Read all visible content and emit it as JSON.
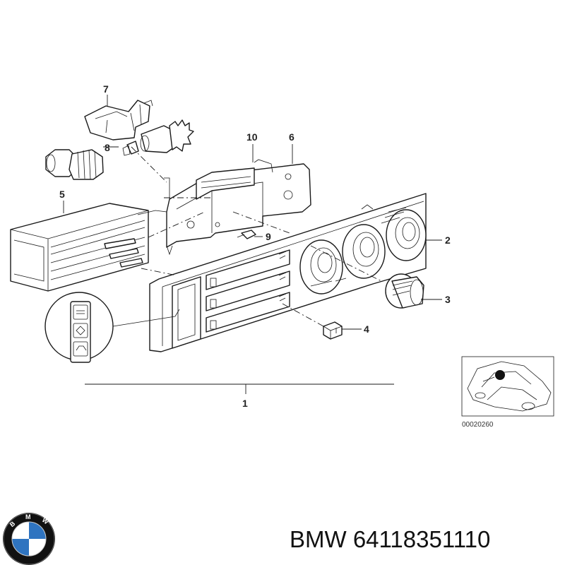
{
  "callouts": {
    "c1": "1",
    "c2": "2",
    "c3": "3",
    "c4": "4",
    "c5": "5",
    "c6": "6",
    "c7": "7",
    "c8": "8",
    "c9": "9",
    "c10": "10"
  },
  "reference_code": "00020260",
  "part_label": "BMW 64118351110",
  "logo_letters": [
    "B",
    "M",
    "W"
  ],
  "colors": {
    "line": "#1a1a1a",
    "logo_blue": "#2f74c0",
    "logo_ring": "#111111"
  }
}
